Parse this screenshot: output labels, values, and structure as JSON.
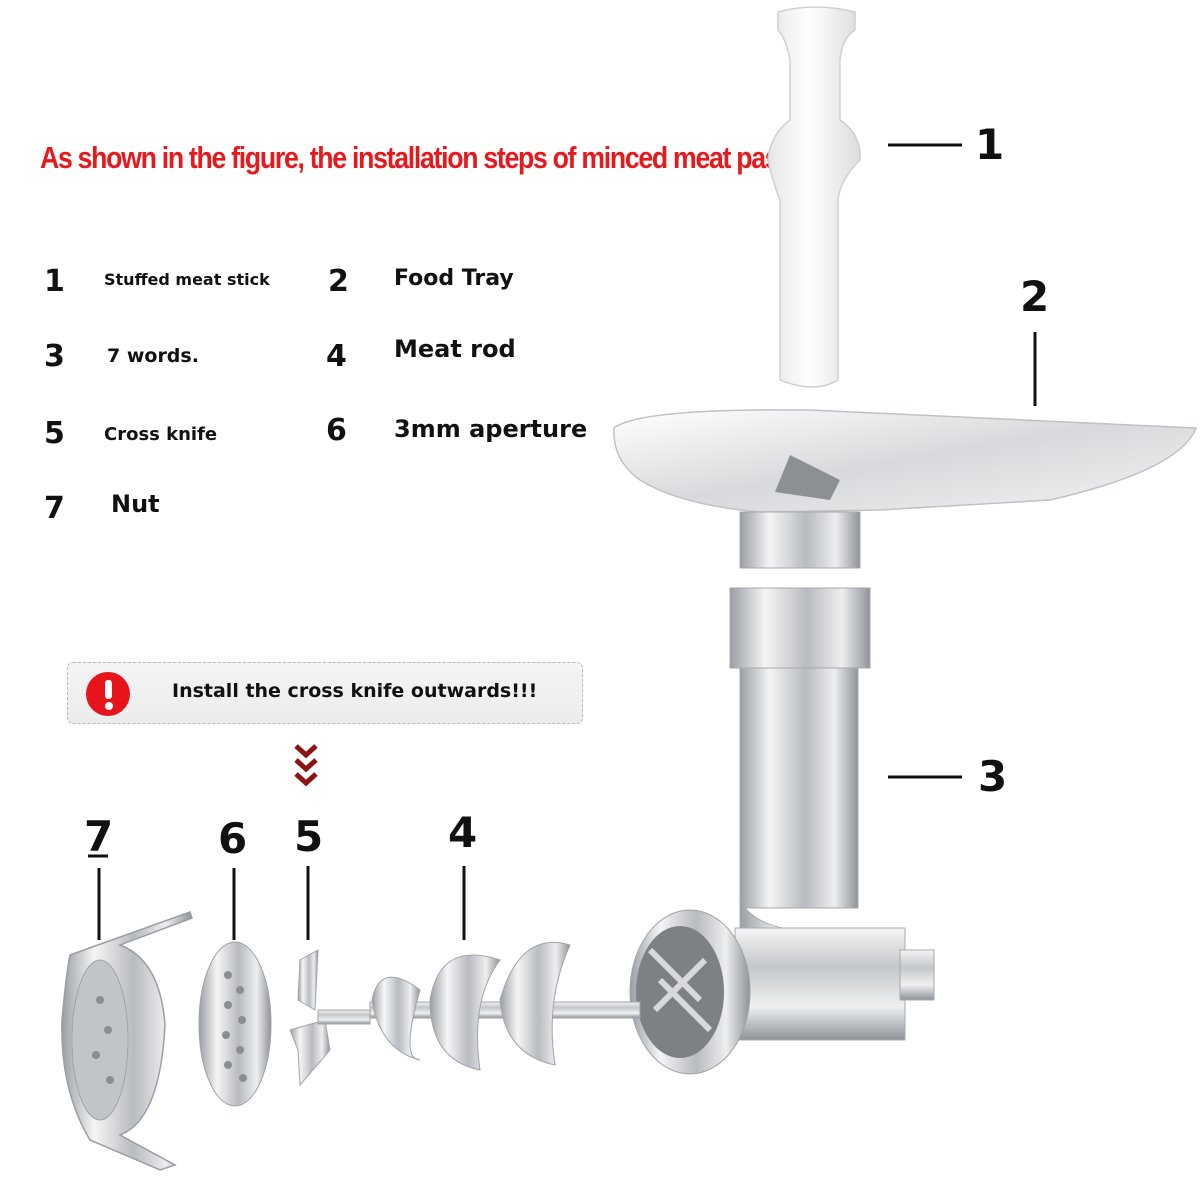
{
  "title": "As shown in the figure, the installation steps of minced meat pass",
  "legend": [
    {
      "num": "1",
      "label": "Stuffed meat stick"
    },
    {
      "num": "2",
      "label": "Food Tray"
    },
    {
      "num": "3",
      "label": "7 words."
    },
    {
      "num": "4",
      "label": "Meat rod"
    },
    {
      "num": "5",
      "label": "Cross knife"
    },
    {
      "num": "6",
      "label": "3mm aperture"
    },
    {
      "num": "7",
      "label": "Nut"
    }
  ],
  "callouts": {
    "c1": "1",
    "c2": "2",
    "c3": "3",
    "c4": "4",
    "c5": "5",
    "c6": "6",
    "c7": "7"
  },
  "warning": {
    "text": "Install the cross knife outwards!!!",
    "icon": "exclamation-circle-icon",
    "color": "#e8141b"
  },
  "colors": {
    "title": "#e8191d",
    "arrow": "#8b1414",
    "metal": "#c9cbcd"
  }
}
